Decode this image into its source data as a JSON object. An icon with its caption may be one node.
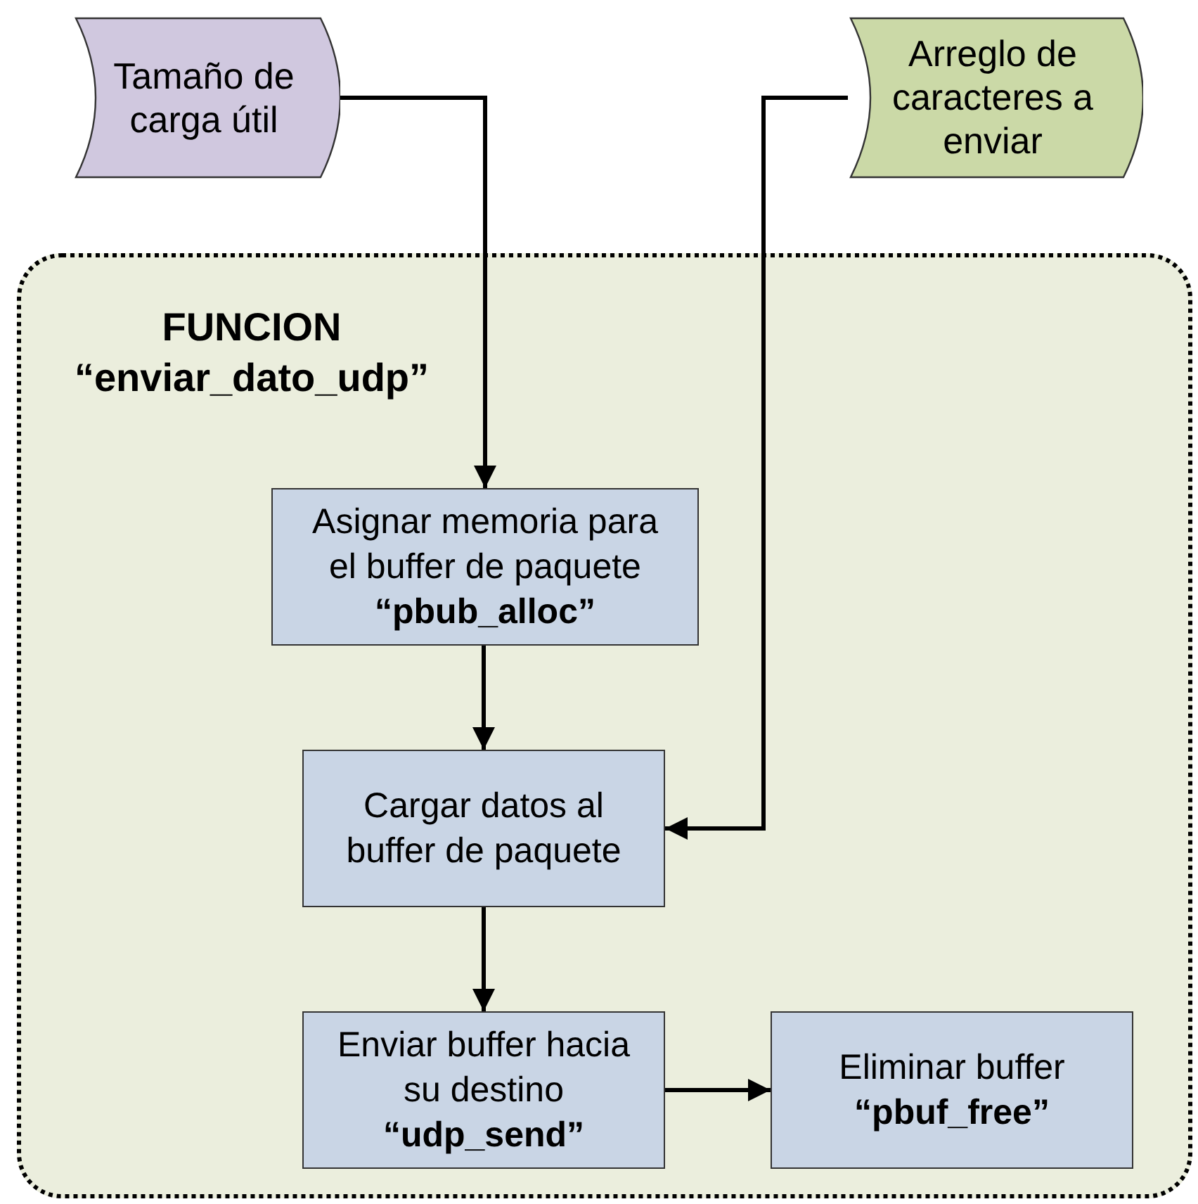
{
  "diagram": {
    "nodes": [
      {
        "text": [
          "Tamaño de carga útil"
        ]
      },
      {
        "text": [
          "Arreglo de caracteres a enviar"
        ]
      },
      {
        "text": [
          "FUNCION “enviar_dato_udp”"
        ]
      },
      {
        "text": [
          "Asignar memoria para el buffer de paquete",
          "“pbub_alloc”"
        ],
        "in": 2
      },
      {
        "text": [
          "Cargar datos al buffer de paquete"
        ],
        "in": 2
      },
      {
        "text": [
          "Enviar buffer hacia su destino",
          "“udp_send”"
        ],
        "in": 2
      },
      {
        "text": [
          "Eliminar buffer",
          "“pbuf_free”"
        ],
        "in": 2
      }
    ],
    "edges": [
      {
        "from": 0,
        "to": 3,
        "arrow": "to"
      },
      {
        "from": 1,
        "to": 4,
        "arrow": "to"
      },
      {
        "from": 3,
        "to": 4,
        "arrow": "to"
      },
      {
        "from": 4,
        "to": 5,
        "arrow": "to"
      },
      {
        "from": 5,
        "to": 6,
        "arrow": "to"
      }
    ]
  }
}
